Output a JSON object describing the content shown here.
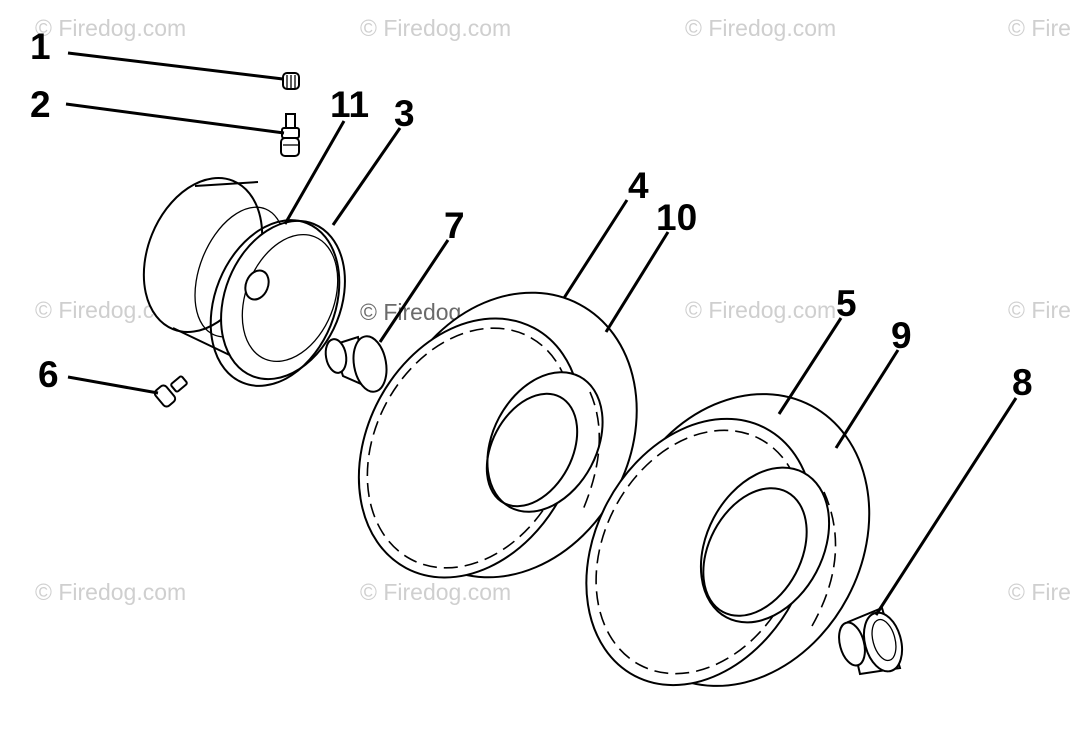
{
  "watermarks": {
    "text": "© Firedog.com",
    "short": "© Fire",
    "center": "© Firedog.com"
  },
  "callouts": {
    "c1": "1",
    "c2": "2",
    "c3": "3",
    "c4": "4",
    "c5": "5",
    "c6": "6",
    "c7": "7",
    "c8": "8",
    "c9": "9",
    "c10": "10",
    "c11": "11"
  }
}
